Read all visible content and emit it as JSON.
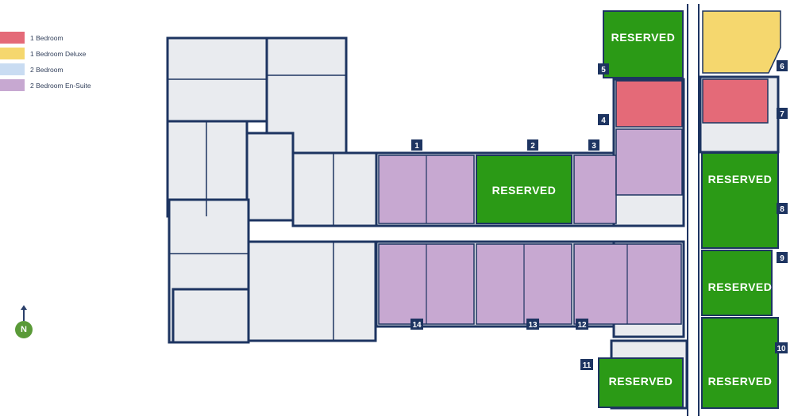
{
  "legend": [
    {
      "label": "1 Bedroom",
      "color": "#e46a78"
    },
    {
      "label": "1 Bedroom Deluxe",
      "color": "#f5d76e"
    },
    {
      "label": "2 Bedroom",
      "color": "#c9dcf2"
    },
    {
      "label": "2 Bedroom En-Suite",
      "color": "#c7a8d1"
    }
  ],
  "compass": {
    "label": "N"
  },
  "reserved_label": "RESERVED",
  "unit_numbers": [
    "1",
    "2",
    "3",
    "4",
    "5",
    "6",
    "7",
    "8",
    "9",
    "10",
    "11",
    "12",
    "13",
    "14"
  ],
  "colors": {
    "wall": "#1d3461",
    "floor": "#e9ebef",
    "reserved": "#2b9a16",
    "badge": "#1d3461",
    "one_bedroom": "#e46a78",
    "one_bedroom_deluxe": "#f5d76e",
    "two_bedroom_ensuite": "#c7a8d1"
  }
}
